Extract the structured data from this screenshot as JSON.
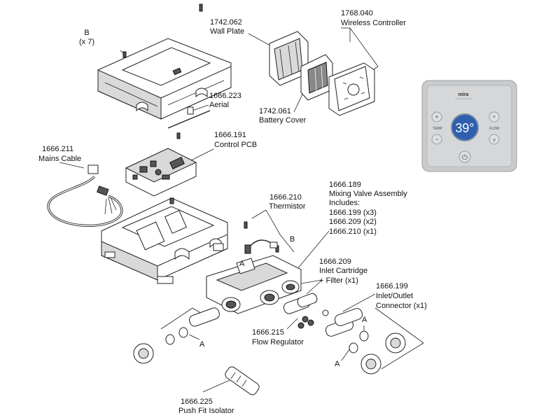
{
  "labels": {
    "screw_b7": {
      "code": "B",
      "sub": "(x 7)"
    },
    "wall_plate": {
      "code": "1742.062",
      "name": "Wall Plate"
    },
    "wireless_controller": {
      "code": "1768.040",
      "name": "Wireless Controller"
    },
    "aerial": {
      "code": "1666.223",
      "name": "Aerial"
    },
    "battery_cover": {
      "code": "1742.061",
      "name": "Battery Cover"
    },
    "control_pcb": {
      "code": "1666.191",
      "name": "Control PCB"
    },
    "mains_cable": {
      "code": "1666.211",
      "name": "Mains Cable"
    },
    "thermistor": {
      "code": "1666.210",
      "name": "Thermistor"
    },
    "mixing_valve": {
      "code": "1666.189",
      "name": "Mixing Valve Assembly",
      "includes": "Includes:",
      "items": [
        "1666.199 (x3)",
        "1666.209 (x2)",
        "1666.210 (x1)"
      ]
    },
    "screw_b": {
      "code": "B"
    },
    "inlet_cartridge": {
      "code": "1666.209",
      "line1": "Inlet Cartridge",
      "line2": "+ Filter (x1)"
    },
    "inlet_outlet": {
      "code": "1666.199",
      "line1": "Inlet/Outlet",
      "line2": "Connector (x1)"
    },
    "flow_regulator": {
      "code": "1666.215",
      "name": "Flow Regulator"
    },
    "push_fit": {
      "code": "1666.225",
      "name": "Push Fit Isolator"
    },
    "a_markers": [
      "A",
      "A",
      "A",
      "A"
    ]
  },
  "controller": {
    "brand": "mira",
    "display": "39°",
    "left_label": "TEMP",
    "right_label": "FLOW",
    "plus": "+",
    "minus": "−",
    "up": "^",
    "down": "v",
    "power": "⏻",
    "bezel_color": "#c9cbcd",
    "face_color": "#d6d7d9",
    "display_color": "#2e5fae"
  }
}
